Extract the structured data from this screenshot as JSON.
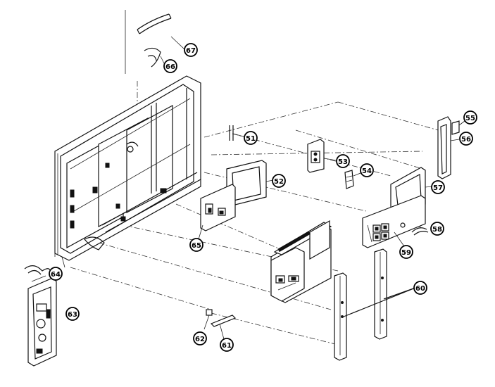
{
  "callouts": {
    "c67": "67",
    "c66": "66",
    "c51": "51",
    "c53": "53",
    "c54": "54",
    "c52": "52",
    "c55": "55",
    "c56": "56",
    "c57": "57",
    "c58": "58",
    "c59": "59",
    "c65": "65",
    "c64": "64",
    "c63": "63",
    "c60": "60",
    "c62": "62",
    "c61": "61"
  }
}
